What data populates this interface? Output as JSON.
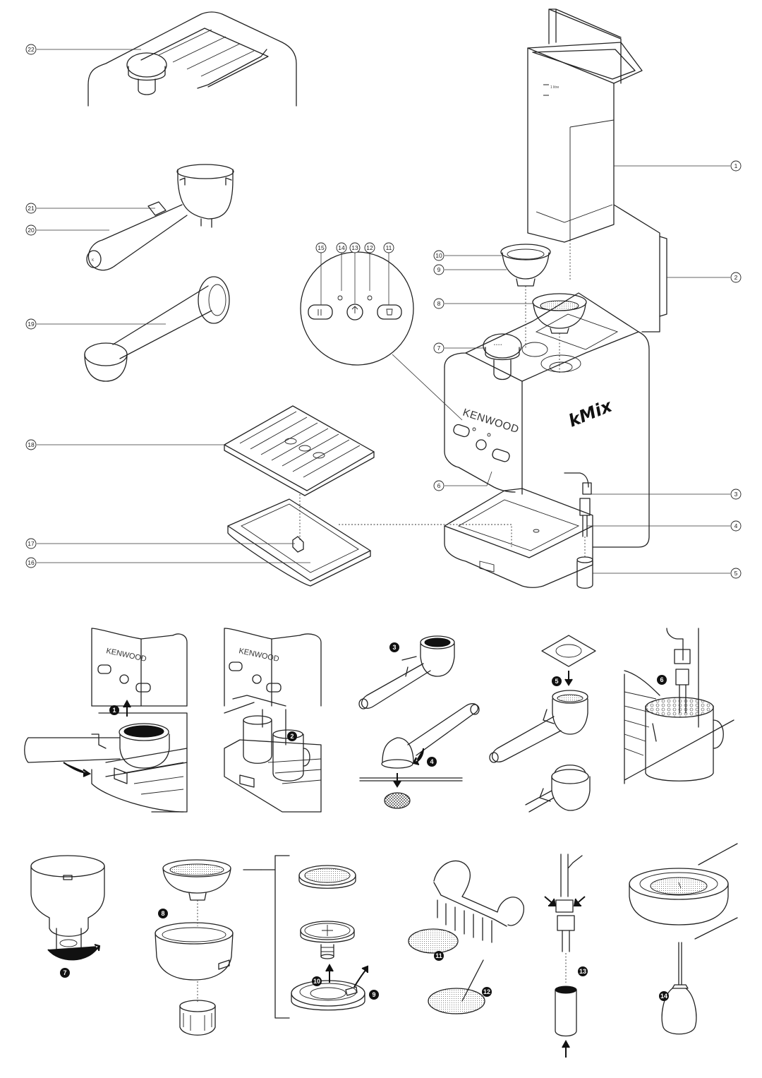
{
  "diagram": {
    "brand_text": "KENWOOD",
    "product_logo": "kMix",
    "water_tank_scale": "1 litre",
    "callouts": [
      "1",
      "2",
      "3",
      "4",
      "5",
      "6",
      "7",
      "8",
      "9",
      "10",
      "11",
      "12",
      "13",
      "14",
      "15",
      "16",
      "17",
      "18",
      "19",
      "20",
      "21",
      "22"
    ],
    "step_numbers": [
      "1",
      "2",
      "3",
      "4",
      "5",
      "6",
      "7",
      "8",
      "9",
      "10",
      "11",
      "12",
      "13",
      "14"
    ],
    "control_icons": [
      "espresso-cup-icon",
      "power-icon",
      "steam-icon",
      "ready-light-icon",
      "heating-light-icon"
    ]
  }
}
